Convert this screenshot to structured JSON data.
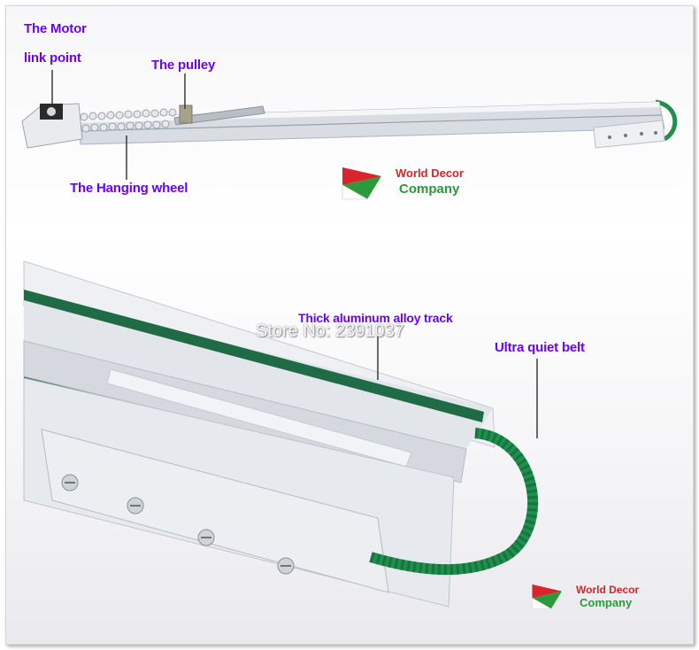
{
  "labels": {
    "motor": "The Motor",
    "link_point": "link point",
    "pulley": "The pulley",
    "hanging_wheel": "The Hanging wheel",
    "track": "Thick aluminum alloy track",
    "belt": "Ultra quiet belt"
  },
  "watermark": "Store No: 2391037",
  "brand": {
    "line1": "World Decor",
    "line2": "Company"
  },
  "colors": {
    "label": "#6a00ff",
    "brand_red": "#d8242a",
    "brand_green": "#2a9a3a",
    "belt_green": "#1f8f4e"
  }
}
